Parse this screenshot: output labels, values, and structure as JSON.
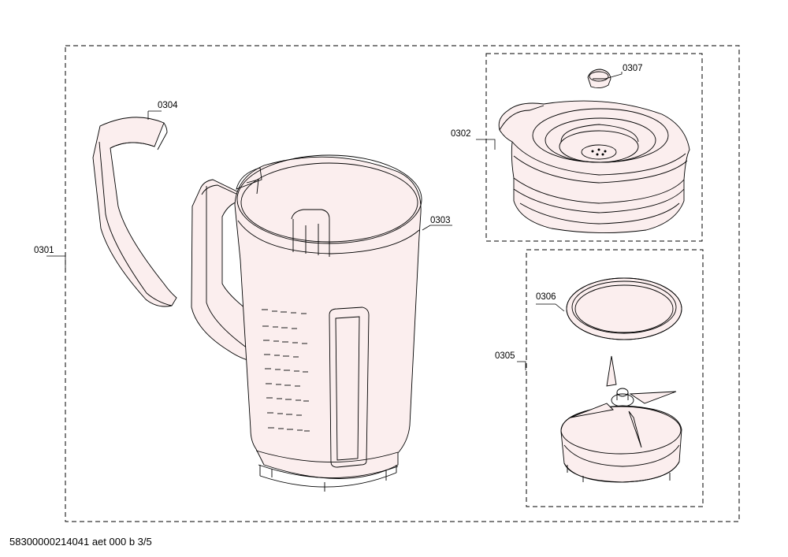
{
  "callouts": {
    "c0301": "0301",
    "c0302": "0302",
    "c0303": "0303",
    "c0304": "0304",
    "c0305": "0305",
    "c0306": "0306",
    "c0307": "0307"
  },
  "footer": {
    "doc_id": "58300000214041 aet 000 b 3/5"
  },
  "colors": {
    "part_fill": "#fbeeee",
    "line": "#000000"
  }
}
